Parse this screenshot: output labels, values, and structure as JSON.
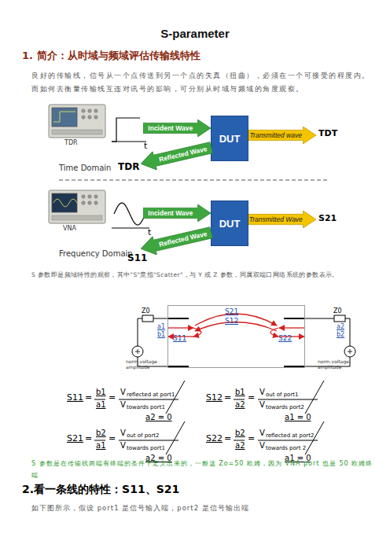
{
  "diagram": {
    "title": "S-parameter",
    "nodes": [
      {
        "text": [
          "Incident Wave"
        ]
      },
      {
        "text": [
          "DUT"
        ]
      },
      {
        "text": [
          "Transmitted wave"
        ]
      },
      {
        "text": [
          "Reflected Wave"
        ]
      },
      {
        "text": [
          "Incident Wave"
        ]
      },
      {
        "text": [
          "DUT"
        ]
      },
      {
        "text": [
          "Transmitted Wave"
        ]
      },
      {
        "text": [
          "Reflected Wave"
        ]
      },
      {
        "text": [
          "S21",
          "S12",
          "S11",
          "S22"
        ]
      }
    ],
    "labels": [
      "1. 简介：从时域与频域评估传输线特性",
      "良好的传输线，信号从一个点传送到另一个点的失真（扭曲），必须在一个可接受的程度内。而如何去衡量传输线互连对讯号的影响，可分别从时域与频域的角度观察。",
      "t",
      "TDR",
      "TDT",
      "Time Domain",
      "TDR",
      "t",
      "VNA",
      "S21",
      "Frequency Domain",
      "S11",
      "S 参数即是频域特性的观察，其中\"S\"意指\"Scatter\"，与 Y 或 Z 参数，同属双端口网络系统的参数表示。",
      "Z0",
      "a1",
      "b1",
      "norm.voltage amplitude",
      "Z0",
      "a2",
      "b2",
      "norm.voltage amplitude",
      "S11",
      "=",
      "b1",
      "a1",
      "=",
      "V",
      "reflected at port1",
      "V",
      "towards port1",
      "a2 = 0",
      "S12",
      "=",
      "b1",
      "a2",
      "=",
      "V",
      "out of port1",
      "V",
      "towards port2",
      "a1 = 0",
      "S21",
      "=",
      "b2",
      "a1",
      "=",
      "V",
      "out of port2",
      "V",
      "towards port1",
      "a2 = 0",
      "S22",
      "=",
      "b2",
      "a2",
      "=",
      "V",
      "reflected at port2",
      "V",
      "towards port 2",
      "a1 = 0",
      "S 参数是在传输线两端有终端的条件下定义出来的，一般这 Zo=50 欧姆，因为 VNA port 也是 50 欧姆终端",
      "2.看一条线的特性：S11、S21",
      "如下图所示，假设 port1 是信号输入端，port2 是信号输出端"
    ]
  }
}
